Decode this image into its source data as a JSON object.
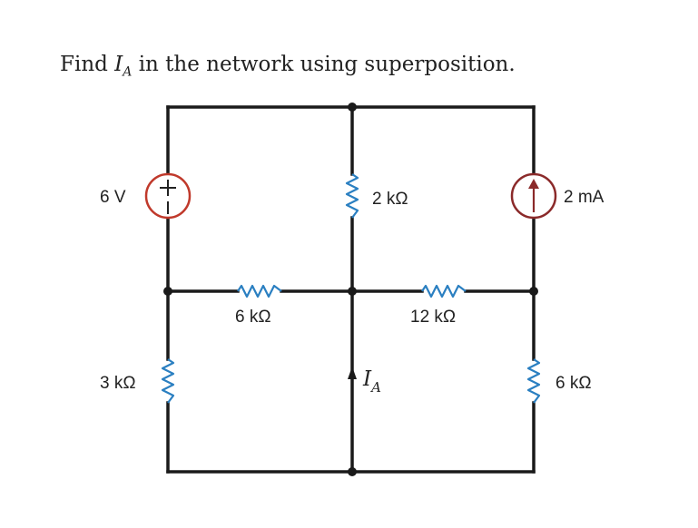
{
  "problem": {
    "prefix": "Find ",
    "var_main": "I",
    "var_sub": "A",
    "suffix": " in the network using superposition."
  },
  "components": {
    "voltage_source": {
      "label": "6 V",
      "plus": "+",
      "minus": "|"
    },
    "current_source": {
      "label": "2 mA"
    },
    "r_center_top": {
      "label": "2 kΩ"
    },
    "r_mid_left": {
      "label": "6 kΩ"
    },
    "r_mid_right": {
      "label": "12 kΩ"
    },
    "r_bottom_left": {
      "label": "3 kΩ"
    },
    "r_bottom_right": {
      "label": "6 kΩ"
    },
    "current_label": {
      "main": "I",
      "sub": "A"
    }
  },
  "colors": {
    "wire": "#1a1a1a",
    "resistor": "#2a7fc1",
    "source": "#c0392b",
    "current_source": "#8b2a2a"
  }
}
